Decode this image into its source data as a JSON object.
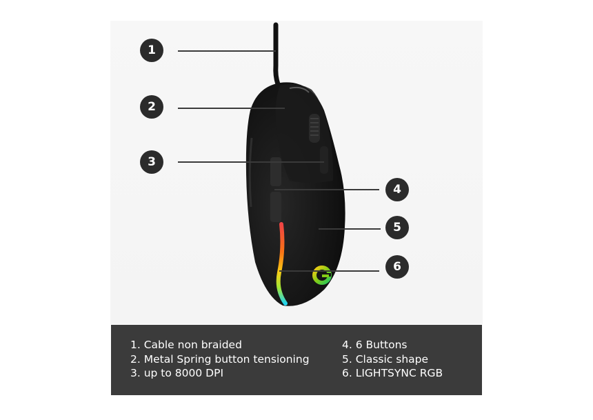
{
  "callouts": [
    {
      "number": "1"
    },
    {
      "number": "2"
    },
    {
      "number": "3"
    },
    {
      "number": "4"
    },
    {
      "number": "5"
    },
    {
      "number": "6"
    }
  ],
  "specs": {
    "left": [
      "1. Cable non braided",
      "2. Metal Spring button tensioning",
      "3. up to 8000 DPI"
    ],
    "right": [
      "4. 6 Buttons",
      "5. Classic shape",
      "6. LIGHTSYNC RGB"
    ]
  },
  "colors": {
    "badge": "#2b2b2b",
    "panel": "#3b3b3b",
    "mouse_body": "#141414",
    "rgb_strip": [
      "#22d3ee",
      "#a3e635",
      "#facc15",
      "#f97316",
      "#ef4444"
    ]
  }
}
